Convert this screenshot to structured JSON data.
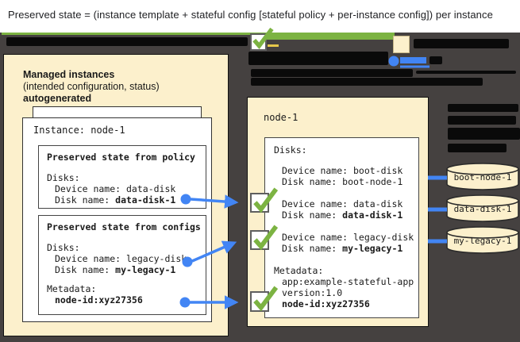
{
  "header": {
    "title": "Preserved state = (instance template + stateful config [stateful policy + per-instance config]) per instance"
  },
  "colors": {
    "accent_green": "#7cb342",
    "accent_blue": "#4285f4",
    "panel_cream": "#fcf0cc",
    "background_dark": "#454140",
    "redaction_black": "#0a0a0a"
  },
  "left_panel": {
    "heading_bold": "Managed instances",
    "heading_sub": "(intended configuration, status)",
    "heading_auto": "autogenerated",
    "card_title": "Instance: node-1",
    "policy_box": {
      "heading": "Preserved state from policy",
      "disks_label": "Disks:",
      "device_line": "Device name: data-disk",
      "disk_prefix": "Disk name: ",
      "disk_value": "data-disk-1"
    },
    "configs_box": {
      "heading": "Preserved state from configs",
      "disks_label": "Disks:",
      "device_line": "Device name: legacy-disk",
      "disk_prefix": "Disk name: ",
      "disk_value": "my-legacy-1",
      "metadata_label": "Metadata:",
      "metadata_value": "node-id:xyz27356"
    }
  },
  "right_panel": {
    "title": "node-1",
    "disks_label": "Disks:",
    "entries": [
      {
        "device": "Device name: boot-disk",
        "disk_prefix": "Disk name: ",
        "disk_value": "boot-node-1"
      },
      {
        "device": "Device name: data-disk",
        "disk_prefix": "Disk name: ",
        "disk_value": "data-disk-1"
      },
      {
        "device": "Device name: legacy-disk",
        "disk_prefix": "Disk name: ",
        "disk_value": "my-legacy-1"
      }
    ],
    "metadata": {
      "label": "Metadata:",
      "line1": "app:example-stateful-app",
      "line2": "version:1.0",
      "bold_line": "node-id:xyz27356"
    }
  },
  "disks": [
    {
      "label": "boot-node-1"
    },
    {
      "label": "data-disk-1"
    },
    {
      "label": "my-legacy-1"
    }
  ]
}
